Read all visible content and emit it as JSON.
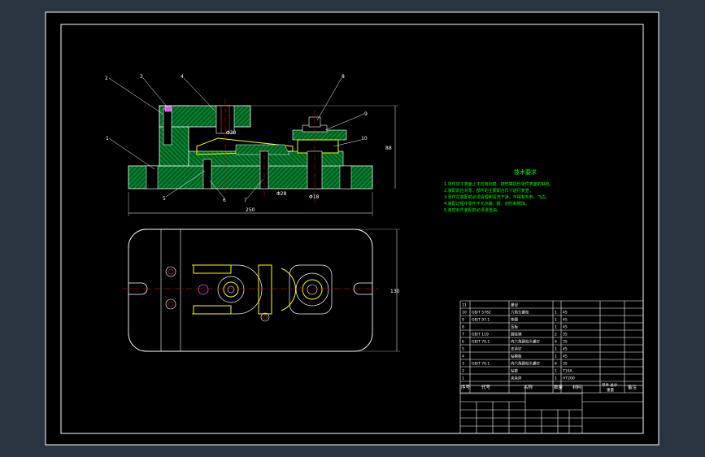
{
  "balloons": [
    "2",
    "3",
    "4",
    "8",
    "9",
    "1",
    "10",
    "5",
    "6",
    "7"
  ],
  "dimensions": {
    "overall_length": "250",
    "overall_height": "88",
    "plan_width": "130",
    "d1": "Φ30",
    "d2": "Φ28",
    "d3": "Φ18"
  },
  "tech_req": {
    "title": "技术要求",
    "lines": [
      "1.零件加工表面上不应有划痕、擦伤等损伤零件表面的缺陷。",
      "2.装配前应对零、部件的主要配合尺寸进行复查。",
      "3.零件在装配前必须清理和清洗干净，不得有毛刺、飞边。",
      "4.装配过程中零件不允许磕、碰、划伤和锈蚀。",
      "5.各密封件装配前必须浸透油。"
    ]
  },
  "bom": {
    "rows": [
      [
        "11",
        "",
        "螺母",
        "",
        "",
        ""
      ],
      [
        "10",
        "GB/T 5782",
        "六角头螺栓",
        "1",
        "45",
        ""
      ],
      [
        "9",
        "GB/T 97.1",
        "垫圈",
        "1",
        "45",
        ""
      ],
      [
        "8",
        "",
        "压板",
        "1",
        "45",
        ""
      ],
      [
        "7",
        "GB/T 119",
        "圆柱销",
        "2",
        "35",
        ""
      ],
      [
        "6",
        "GB/T 70.1",
        "内六角圆柱头螺钉",
        "4",
        "35",
        ""
      ],
      [
        "5",
        "",
        "支承钉",
        "1",
        "45",
        ""
      ],
      [
        "4",
        "",
        "钻模板",
        "1",
        "45",
        ""
      ],
      [
        "3",
        "GB/T 70.1",
        "内六角圆柱头螺钉",
        "4",
        "35",
        ""
      ],
      [
        "2",
        "",
        "钻套",
        "1",
        "T10A",
        ""
      ],
      [
        "1",
        "",
        "夹具体",
        "1",
        "HT200",
        ""
      ]
    ],
    "header": [
      "序号",
      "代号",
      "名称",
      "数量",
      "材料",
      "单件 总计",
      "备注"
    ],
    "header_sub": "重量"
  },
  "colors": {
    "background": "#000000",
    "frame": "#ffffff",
    "hatch": "#00b050",
    "part_yellow": "#ffff00",
    "centerline": "#ff0000",
    "text": "#00ff00"
  }
}
